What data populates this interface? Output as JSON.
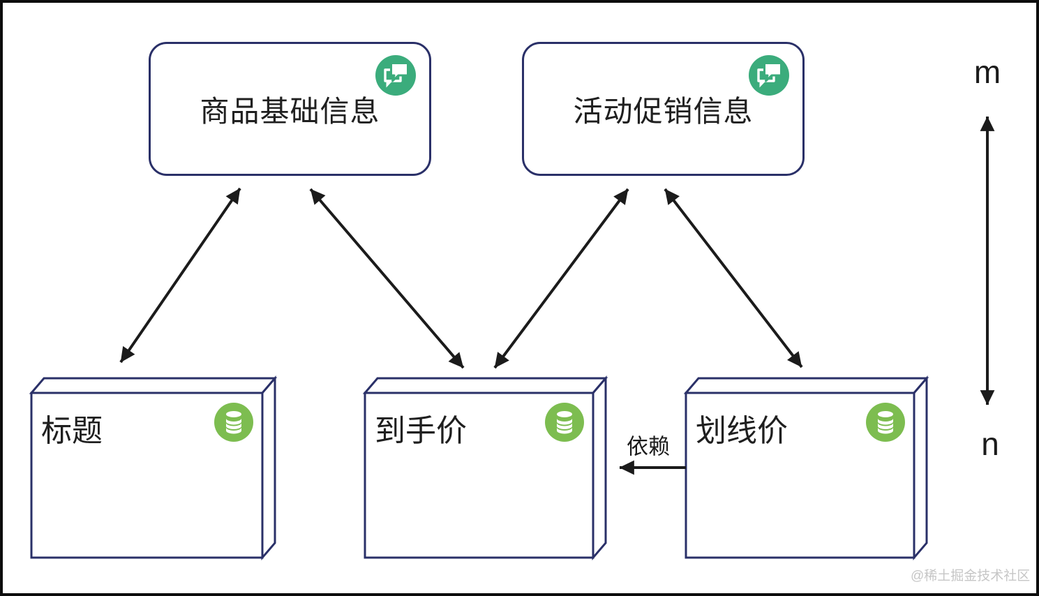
{
  "diagram": {
    "top_nodes": [
      {
        "label": "商品基础信息",
        "icon": "chat-icon"
      },
      {
        "label": "活动促销信息",
        "icon": "chat-icon"
      }
    ],
    "bottom_nodes": [
      {
        "label": "标题",
        "icon": "database-icon"
      },
      {
        "label": "到手价",
        "icon": "database-icon"
      },
      {
        "label": "划线价",
        "icon": "database-icon"
      }
    ],
    "edges": [
      {
        "from": "商品基础信息",
        "to": "标题",
        "style": "double-arrow"
      },
      {
        "from": "商品基础信息",
        "to": "到手价",
        "style": "double-arrow"
      },
      {
        "from": "活动促销信息",
        "to": "到手价",
        "style": "double-arrow"
      },
      {
        "from": "活动促销信息",
        "to": "划线价",
        "style": "double-arrow"
      },
      {
        "from": "划线价",
        "to": "到手价",
        "style": "single-arrow",
        "label": "依赖"
      },
      {
        "from": "m",
        "to": "n",
        "style": "double-arrow"
      }
    ],
    "dependency_label": "依赖",
    "cardinality": {
      "top": "m",
      "bottom": "n"
    },
    "watermark": "@稀土掘金技术社区",
    "colors": {
      "node_border": "#2a3068",
      "chat_icon": "#3bac7c",
      "database_icon": "#7dbd50",
      "arrow": "#1b1b1b",
      "text": "#1f1f1f",
      "watermark": "#c6c6c6",
      "frame": "#0d0d0d"
    }
  }
}
